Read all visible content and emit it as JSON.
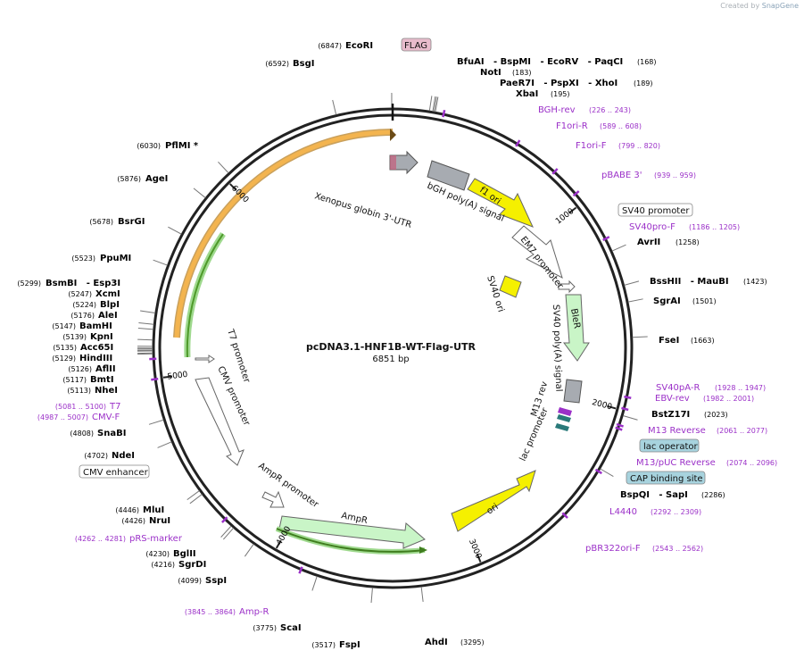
{
  "credit": {
    "prefix": "Created by",
    "brand": "SnapGene"
  },
  "plasmid": {
    "name": "pcDNA3.1-HNF1B-WT-Flag-UTR",
    "length": "6851 bp",
    "total_bp": 6851
  },
  "tick_labels": [
    {
      "bp": 1000,
      "text": "1000"
    },
    {
      "bp": 2000,
      "text": "2000"
    },
    {
      "bp": 3000,
      "text": "3000"
    },
    {
      "bp": 4000,
      "text": "4000"
    },
    {
      "bp": 5000,
      "text": "5000"
    },
    {
      "bp": 6000,
      "text": "6000"
    }
  ],
  "sites": [
    {
      "id": "ecori",
      "name": "EcoRI",
      "pos": "(6847)",
      "bp": 6847
    },
    {
      "id": "bsgi",
      "name": "BsgI",
      "pos": "(6592)",
      "bp": 6592
    },
    {
      "id": "pflmi",
      "name": "PflMI *",
      "pos": "(6030)",
      "bp": 6030
    },
    {
      "id": "agei",
      "name": "AgeI",
      "pos": "(5876)",
      "bp": 5876
    },
    {
      "id": "bsrgi",
      "name": "BsrGI",
      "pos": "(5678)",
      "bp": 5678
    },
    {
      "id": "ppumi",
      "name": "PpuMI",
      "pos": "(5523)",
      "bp": 5523
    },
    {
      "id": "bsmbi",
      "name": "BsmBI   - Esp3I",
      "pos": "(5299)",
      "bp": 5299
    },
    {
      "id": "xcmi",
      "name": "XcmI",
      "pos": "(5247)",
      "bp": 5247
    },
    {
      "id": "blpi",
      "name": "BlpI",
      "pos": "(5224)",
      "bp": 5224
    },
    {
      "id": "alei",
      "name": "AleI",
      "pos": "(5176)",
      "bp": 5176
    },
    {
      "id": "bamhi",
      "name": "BamHI",
      "pos": "(5147)",
      "bp": 5147
    },
    {
      "id": "kpni",
      "name": "KpnI",
      "pos": "(5139)",
      "bp": 5139
    },
    {
      "id": "acc65i",
      "name": "Acc65I",
      "pos": "(5135)",
      "bp": 5135
    },
    {
      "id": "hindiii",
      "name": "HindIII",
      "pos": "(5129)",
      "bp": 5129
    },
    {
      "id": "aflii",
      "name": "AflII",
      "pos": "(5126)",
      "bp": 5126
    },
    {
      "id": "bmti",
      "name": "BmtI",
      "pos": "(5117)",
      "bp": 5117
    },
    {
      "id": "nhei",
      "name": "NheI",
      "pos": "(5113)",
      "bp": 5113
    },
    {
      "id": "snabi",
      "name": "SnaBI",
      "pos": "(4808)",
      "bp": 4808
    },
    {
      "id": "ndei",
      "name": "NdeI",
      "pos": "(4702)",
      "bp": 4702
    },
    {
      "id": "mlui",
      "name": "MluI",
      "pos": "(4446)",
      "bp": 4446
    },
    {
      "id": "nrui",
      "name": "NruI",
      "pos": "(4426)",
      "bp": 4426
    },
    {
      "id": "bglii",
      "name": "BglII",
      "pos": "(4230)",
      "bp": 4230
    },
    {
      "id": "sgrdi",
      "name": "SgrDI",
      "pos": "(4216)",
      "bp": 4216
    },
    {
      "id": "sspi",
      "name": "SspI",
      "pos": "(4099)",
      "bp": 4099
    },
    {
      "id": "scai",
      "name": "ScaI",
      "pos": "(3775)",
      "bp": 3775
    },
    {
      "id": "fspi",
      "name": "FspI",
      "pos": "(3517)",
      "bp": 3517
    },
    {
      "id": "ahdi",
      "name": "AhdI",
      "pos": "(3295)",
      "bp": 3295
    },
    {
      "id": "bspqi",
      "name": "BspQI   - SapI",
      "pos": "(2286)",
      "bp": 2286
    },
    {
      "id": "bstz17i",
      "name": "BstZ17I",
      "pos": "(2023)",
      "bp": 2023
    },
    {
      "id": "fsei",
      "name": "FseI",
      "pos": "(1663)",
      "bp": 1663
    },
    {
      "id": "sgrai",
      "name": "SgrAI",
      "pos": "(1501)",
      "bp": 1501
    },
    {
      "id": "bsshii",
      "name": "BssHII   - MauBI",
      "pos": "(1423)",
      "bp": 1423
    },
    {
      "id": "avrii",
      "name": "AvrII",
      "pos": "(1258)",
      "bp": 1258
    },
    {
      "id": "xbai",
      "name": "XbaI",
      "pos": "(195)",
      "bp": 195
    },
    {
      "id": "paer7i",
      "name": "PaeR7I   - PspXI   - XhoI",
      "pos": "(189)",
      "bp": 189
    },
    {
      "id": "noti",
      "name": "NotI",
      "pos": "(183)",
      "bp": 183
    },
    {
      "id": "bfuai",
      "name": "BfuAI   - BspMI   - EcoRV   - PaqCI",
      "pos": "(168)",
      "bp": 168
    }
  ],
  "primers": [
    {
      "id": "bgh-rev",
      "name": "BGH-rev",
      "pos": "(226 .. 243)",
      "bp": 234
    },
    {
      "id": "f1ori-r",
      "name": "F1ori-R",
      "pos": "(589 .. 608)",
      "bp": 598
    },
    {
      "id": "f1ori-f",
      "name": "F1ori-F",
      "pos": "(799 .. 820)",
      "bp": 810
    },
    {
      "id": "pbabe3",
      "name": "pBABE 3'",
      "pos": "(939 .. 959)",
      "bp": 949
    },
    {
      "id": "sv40pro-f",
      "name": "SV40pro-F",
      "pos": "(1186 .. 1205)",
      "bp": 1195
    },
    {
      "id": "sv40pa-r",
      "name": "SV40pA-R",
      "pos": "(1928 .. 1947)",
      "bp": 1937
    },
    {
      "id": "ebv-rev",
      "name": "EBV-rev",
      "pos": "(1982 .. 2001)",
      "bp": 1991
    },
    {
      "id": "m13-reverse",
      "name": "M13 Reverse",
      "pos": "(2061 .. 2077)",
      "bp": 2069
    },
    {
      "id": "m13puc-reverse",
      "name": "M13/pUC Reverse",
      "pos": "(2074 .. 2096)",
      "bp": 2085
    },
    {
      "id": "l4440",
      "name": "L4440",
      "pos": "(2292 .. 2309)",
      "bp": 2300
    },
    {
      "id": "pbr322ori-f",
      "name": "pBR322ori-F",
      "pos": "(2543 .. 2562)",
      "bp": 2552
    },
    {
      "id": "amp-r",
      "name": "Amp-R",
      "pos": "(3845 .. 3864)",
      "bp": 3854
    },
    {
      "id": "prs-marker",
      "name": "pRS-marker",
      "pos": "(4262 .. 4281)",
      "bp": 4271
    },
    {
      "id": "cmv-f",
      "name": "CMV-F",
      "pos": "(4987 .. 5007)",
      "bp": 4997
    },
    {
      "id": "t7",
      "name": "T7",
      "pos": "(5081 .. 5100)",
      "bp": 5090
    }
  ],
  "boxed_labels": [
    {
      "id": "flag",
      "text": "FLAG"
    },
    {
      "id": "sv40-promoter",
      "text": "SV40 promoter"
    },
    {
      "id": "lac-operator",
      "text": "lac operator"
    },
    {
      "id": "cap-binding-site",
      "text": "CAP binding site"
    },
    {
      "id": "cmv-enhancer",
      "text": "CMV enhancer"
    }
  ],
  "features": [
    {
      "id": "xenopus",
      "text": "Xenopus globin 3'-UTR"
    },
    {
      "id": "bgh",
      "text": "bGH poly(A) signal"
    },
    {
      "id": "f1ori",
      "text": "f1 ori"
    },
    {
      "id": "em7",
      "text": "EM7 promoter"
    },
    {
      "id": "sv40ori",
      "text": "SV40 ori"
    },
    {
      "id": "bler",
      "text": "BleR"
    },
    {
      "id": "sv40pa",
      "text": "SV40 poly(A) signal"
    },
    {
      "id": "m13rev",
      "text": "M13 rev"
    },
    {
      "id": "lacpromoter",
      "text": "lac promoter"
    },
    {
      "id": "ori",
      "text": "ori"
    },
    {
      "id": "ampr",
      "text": "AmpR"
    },
    {
      "id": "amprpromoter",
      "text": "AmpR promoter"
    },
    {
      "id": "t7promoter",
      "text": "T7 promoter"
    },
    {
      "id": "cmvpromoter",
      "text": "CMV promoter"
    }
  ],
  "colors": {
    "enzyme": "#000000",
    "primer": "#9b30c8",
    "backbone": "#222222",
    "orange_feature": "#f3b44f",
    "green_feature": "#7ac74f",
    "yellow_feature": "#f5f000",
    "light_green_feature": "#c9f5c7",
    "grey_feature": "#a7abb1",
    "flag_box": "#e8bccc",
    "teal_box": "#a7d3de"
  }
}
